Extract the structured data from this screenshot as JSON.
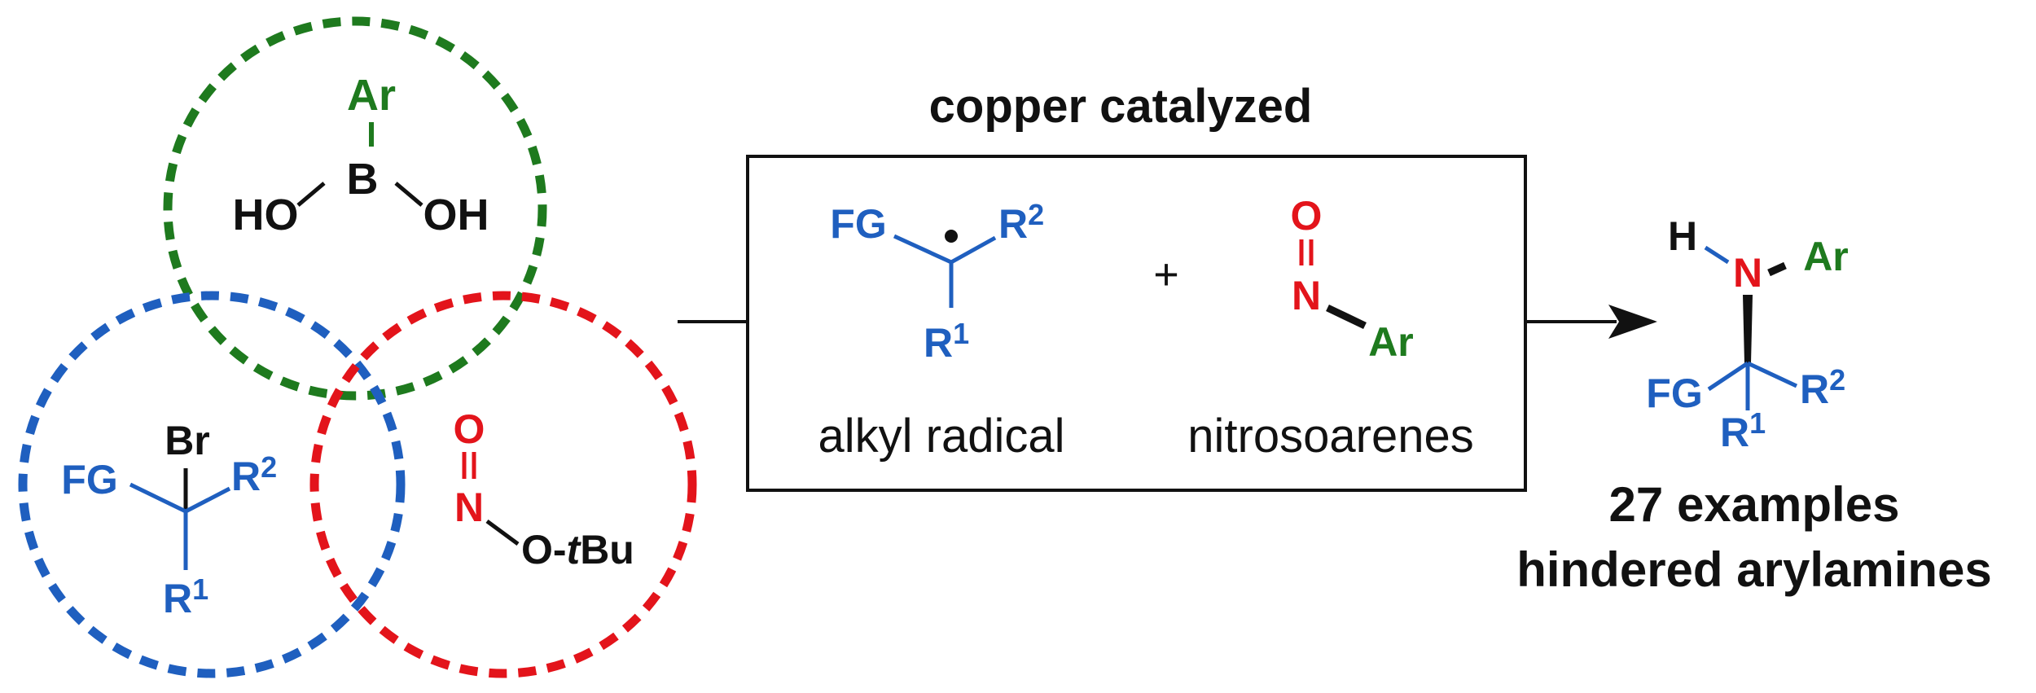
{
  "colors": {
    "blue": "#1f5fbf",
    "green": "#1e7a1e",
    "red": "#e3141b",
    "black": "#111111"
  },
  "circles": {
    "boronic_acid": {
      "color_name": "green",
      "ar": "Ar",
      "b": "B",
      "ho": "HO",
      "oh": "OH"
    },
    "alkyl_bromide": {
      "color_name": "blue",
      "br": "Br",
      "fg": "FG",
      "r2": "R",
      "r2_sup": "2",
      "r1": "R",
      "r1_sup": "1"
    },
    "nitrite": {
      "color_name": "red",
      "o": "O",
      "n": "N",
      "otbu_prefix": "O-",
      "otbu_t": "t",
      "otbu_bu": "Bu"
    }
  },
  "box": {
    "title": "copper catalyzed",
    "radical": {
      "fg": "FG",
      "r2": "R",
      "r2_sup": "2",
      "r1": "R",
      "r1_sup": "1",
      "caption": "alkyl radical"
    },
    "plus": "+",
    "nitroso": {
      "o": "O",
      "n": "N",
      "ar": "Ar",
      "caption": "nitrosoarenes"
    }
  },
  "product": {
    "h": "H",
    "n": "N",
    "ar": "Ar",
    "fg": "FG",
    "r2": "R",
    "r2_sup": "2",
    "r1": "R",
    "r1_sup": "1",
    "line1": "27 examples",
    "line2": "hindered arylamines"
  }
}
